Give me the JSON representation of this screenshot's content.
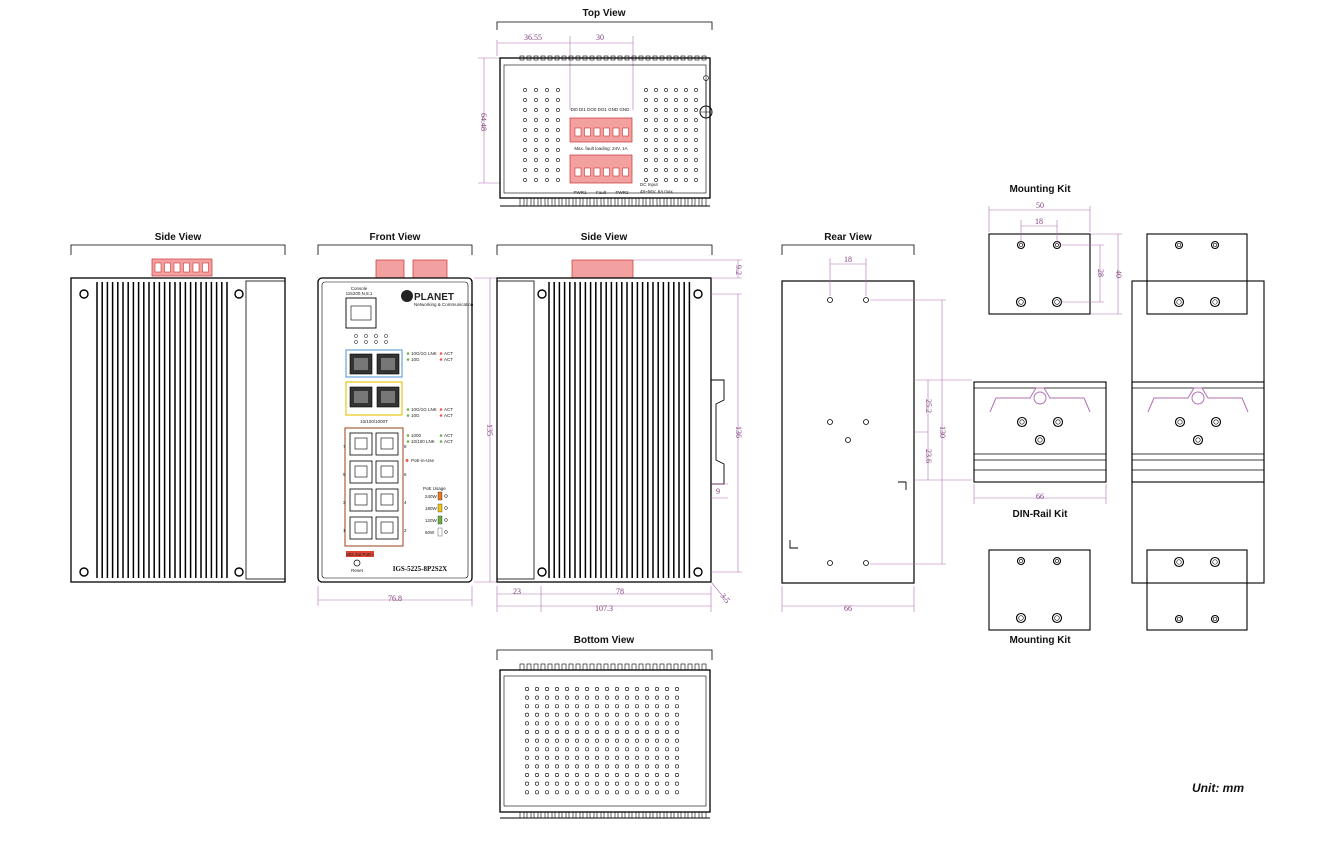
{
  "views": {
    "top": "Top View",
    "side_left": "Side View",
    "front": "Front View",
    "side_right": "Side View",
    "rear": "Rear View",
    "bottom": "Bottom View",
    "mounting_kit_top": "Mounting Kit",
    "mounting_kit_bottom": "Mounting Kit",
    "din_rail": "DIN-Rail Kit"
  },
  "unit": "Unit: mm",
  "dims": {
    "top_a": "36.55",
    "top_b": "30",
    "top_h": "64.48",
    "front_w": "76.8",
    "front_h": "135",
    "side_a": "23",
    "side_b": "78",
    "side_c": "107.3",
    "side_h": "136",
    "side_t": "9.2",
    "side_r": "9",
    "side_corner": "3.5",
    "rear_a": "18",
    "rear_b": "66",
    "rear_h": "130",
    "rear_c": "25.2",
    "rear_d": "23.6",
    "kit_w": "50",
    "kit_a": "18",
    "kit_h1": "28",
    "kit_h2": "40",
    "din_w": "66"
  },
  "device": {
    "brand": "PLANET",
    "brand_sub": "Networking & Communication",
    "model": "IGS-5225-8P2S2X",
    "console": "Console",
    "console_sub": "115200,N,8,1",
    "ports_label": "10/100/1000T",
    "poe_label": "802.3at PoE+",
    "reset": "Reset",
    "poe_usage": "PoE Usage",
    "poe_levels": [
      "240W",
      "180W",
      "120W",
      "60W"
    ],
    "led_a": "10G/1G LNK",
    "led_b": "10G",
    "led_act": "ACT",
    "led_1000": "1000",
    "led_100": "10/100 LNK",
    "poe_in_use": "PoE-in-Use",
    "port_nums": [
      "7",
      "5",
      "3",
      "1",
      "8",
      "6",
      "4",
      "2"
    ]
  },
  "terminal": {
    "pins": "DI0  DI1  DO0  DO1  GND GND",
    "max": "Max. fault loading: 24V, 1A",
    "pwr1": "PWR1",
    "fault": "Fault",
    "pwr2": "PWR2",
    "dc_input": "DC Input",
    "dc_spec": "48~56V, 6A max."
  }
}
